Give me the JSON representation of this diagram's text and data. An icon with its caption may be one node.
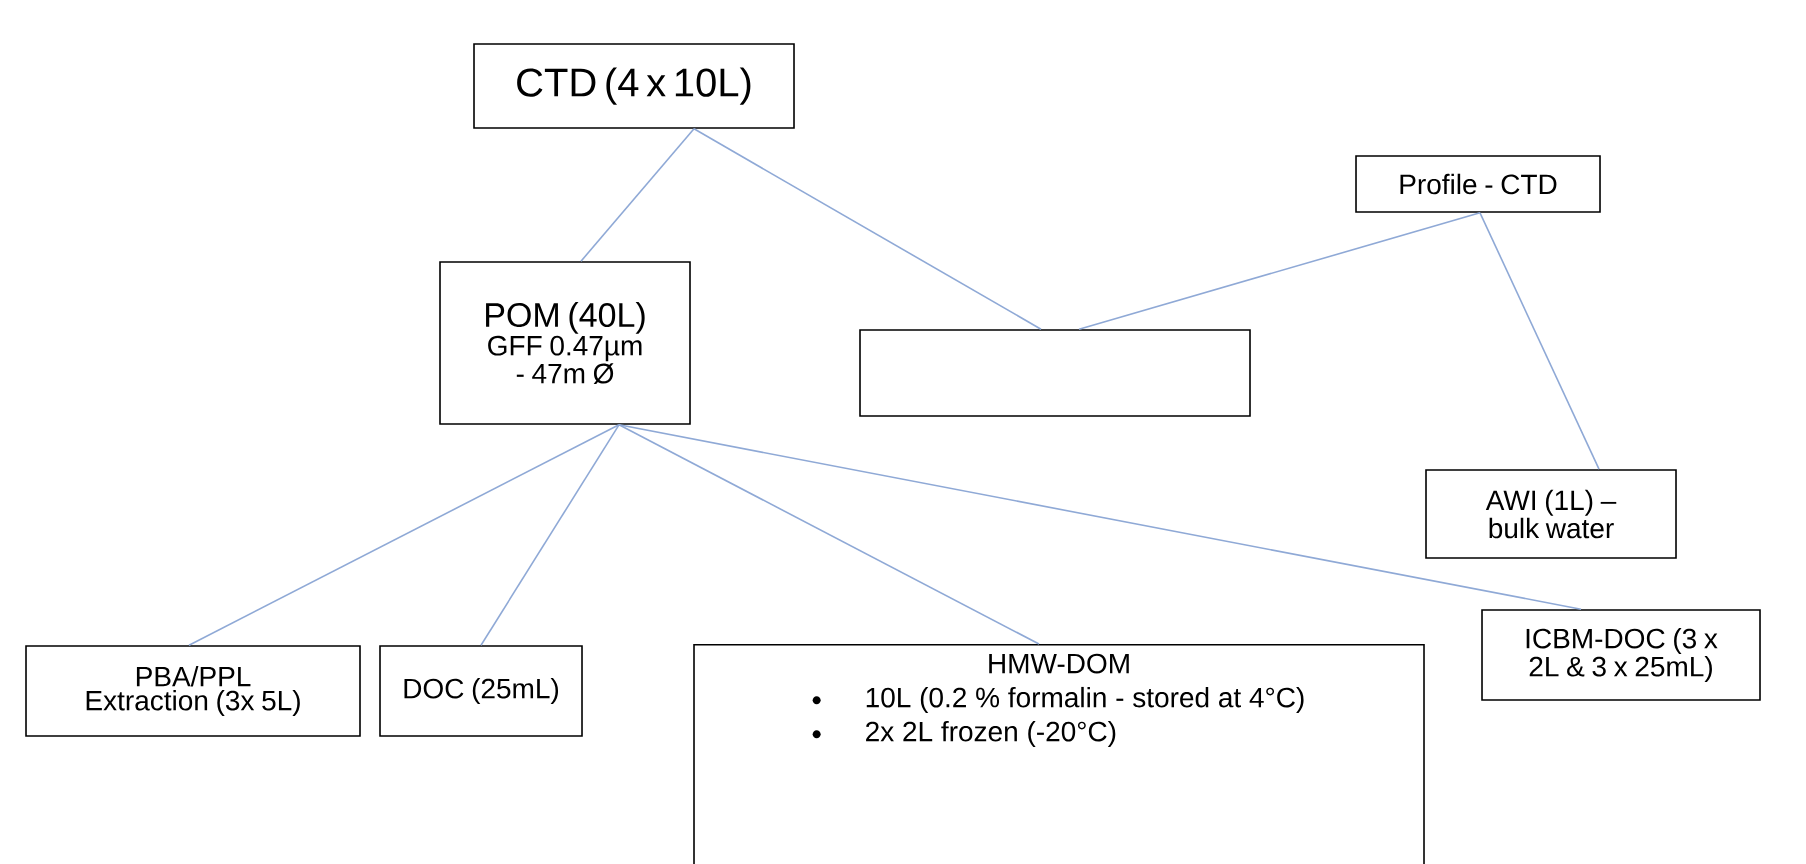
{
  "diagram": {
    "nodes": [
      {
        "text": [
          "CTD (4 x 10L)"
        ]
      },
      {
        "text": [
          "Profile - CTD"
        ]
      },
      {
        "text": [
          "POM (40L)",
          "GFF 0.47µm - 47m Ø"
        ]
      },
      {
        "text": [],
        "shape": "box"
      },
      {
        "text": [
          "AWI (1L) – bulk water"
        ]
      },
      {
        "text": [
          "PBA/PPL Extraction (3x 5L)"
        ]
      },
      {
        "text": [
          "DOC (25mL)"
        ]
      },
      {
        "text": [
          "HMW-DOM",
          "10L (0.2 % formalin - stored at 4°C)",
          "2x 2L frozen  (-20°C)"
        ]
      },
      {
        "text": [
          "ICBM-DOC (3 x 2L & 3 x 25mL)"
        ]
      }
    ],
    "edges": [
      {
        "from": 0,
        "to": 2,
        "arrow": "none"
      },
      {
        "from": 0,
        "to": 3,
        "arrow": "none"
      },
      {
        "from": 1,
        "to": 3,
        "arrow": "none"
      },
      {
        "from": 1,
        "to": 4,
        "arrow": "none"
      },
      {
        "from": 2,
        "to": 5,
        "arrow": "none"
      },
      {
        "from": 2,
        "to": 6,
        "arrow": "none"
      },
      {
        "from": 2,
        "to": 7,
        "arrow": "none"
      },
      {
        "from": 2,
        "to": 8,
        "arrow": "none"
      }
    ]
  }
}
